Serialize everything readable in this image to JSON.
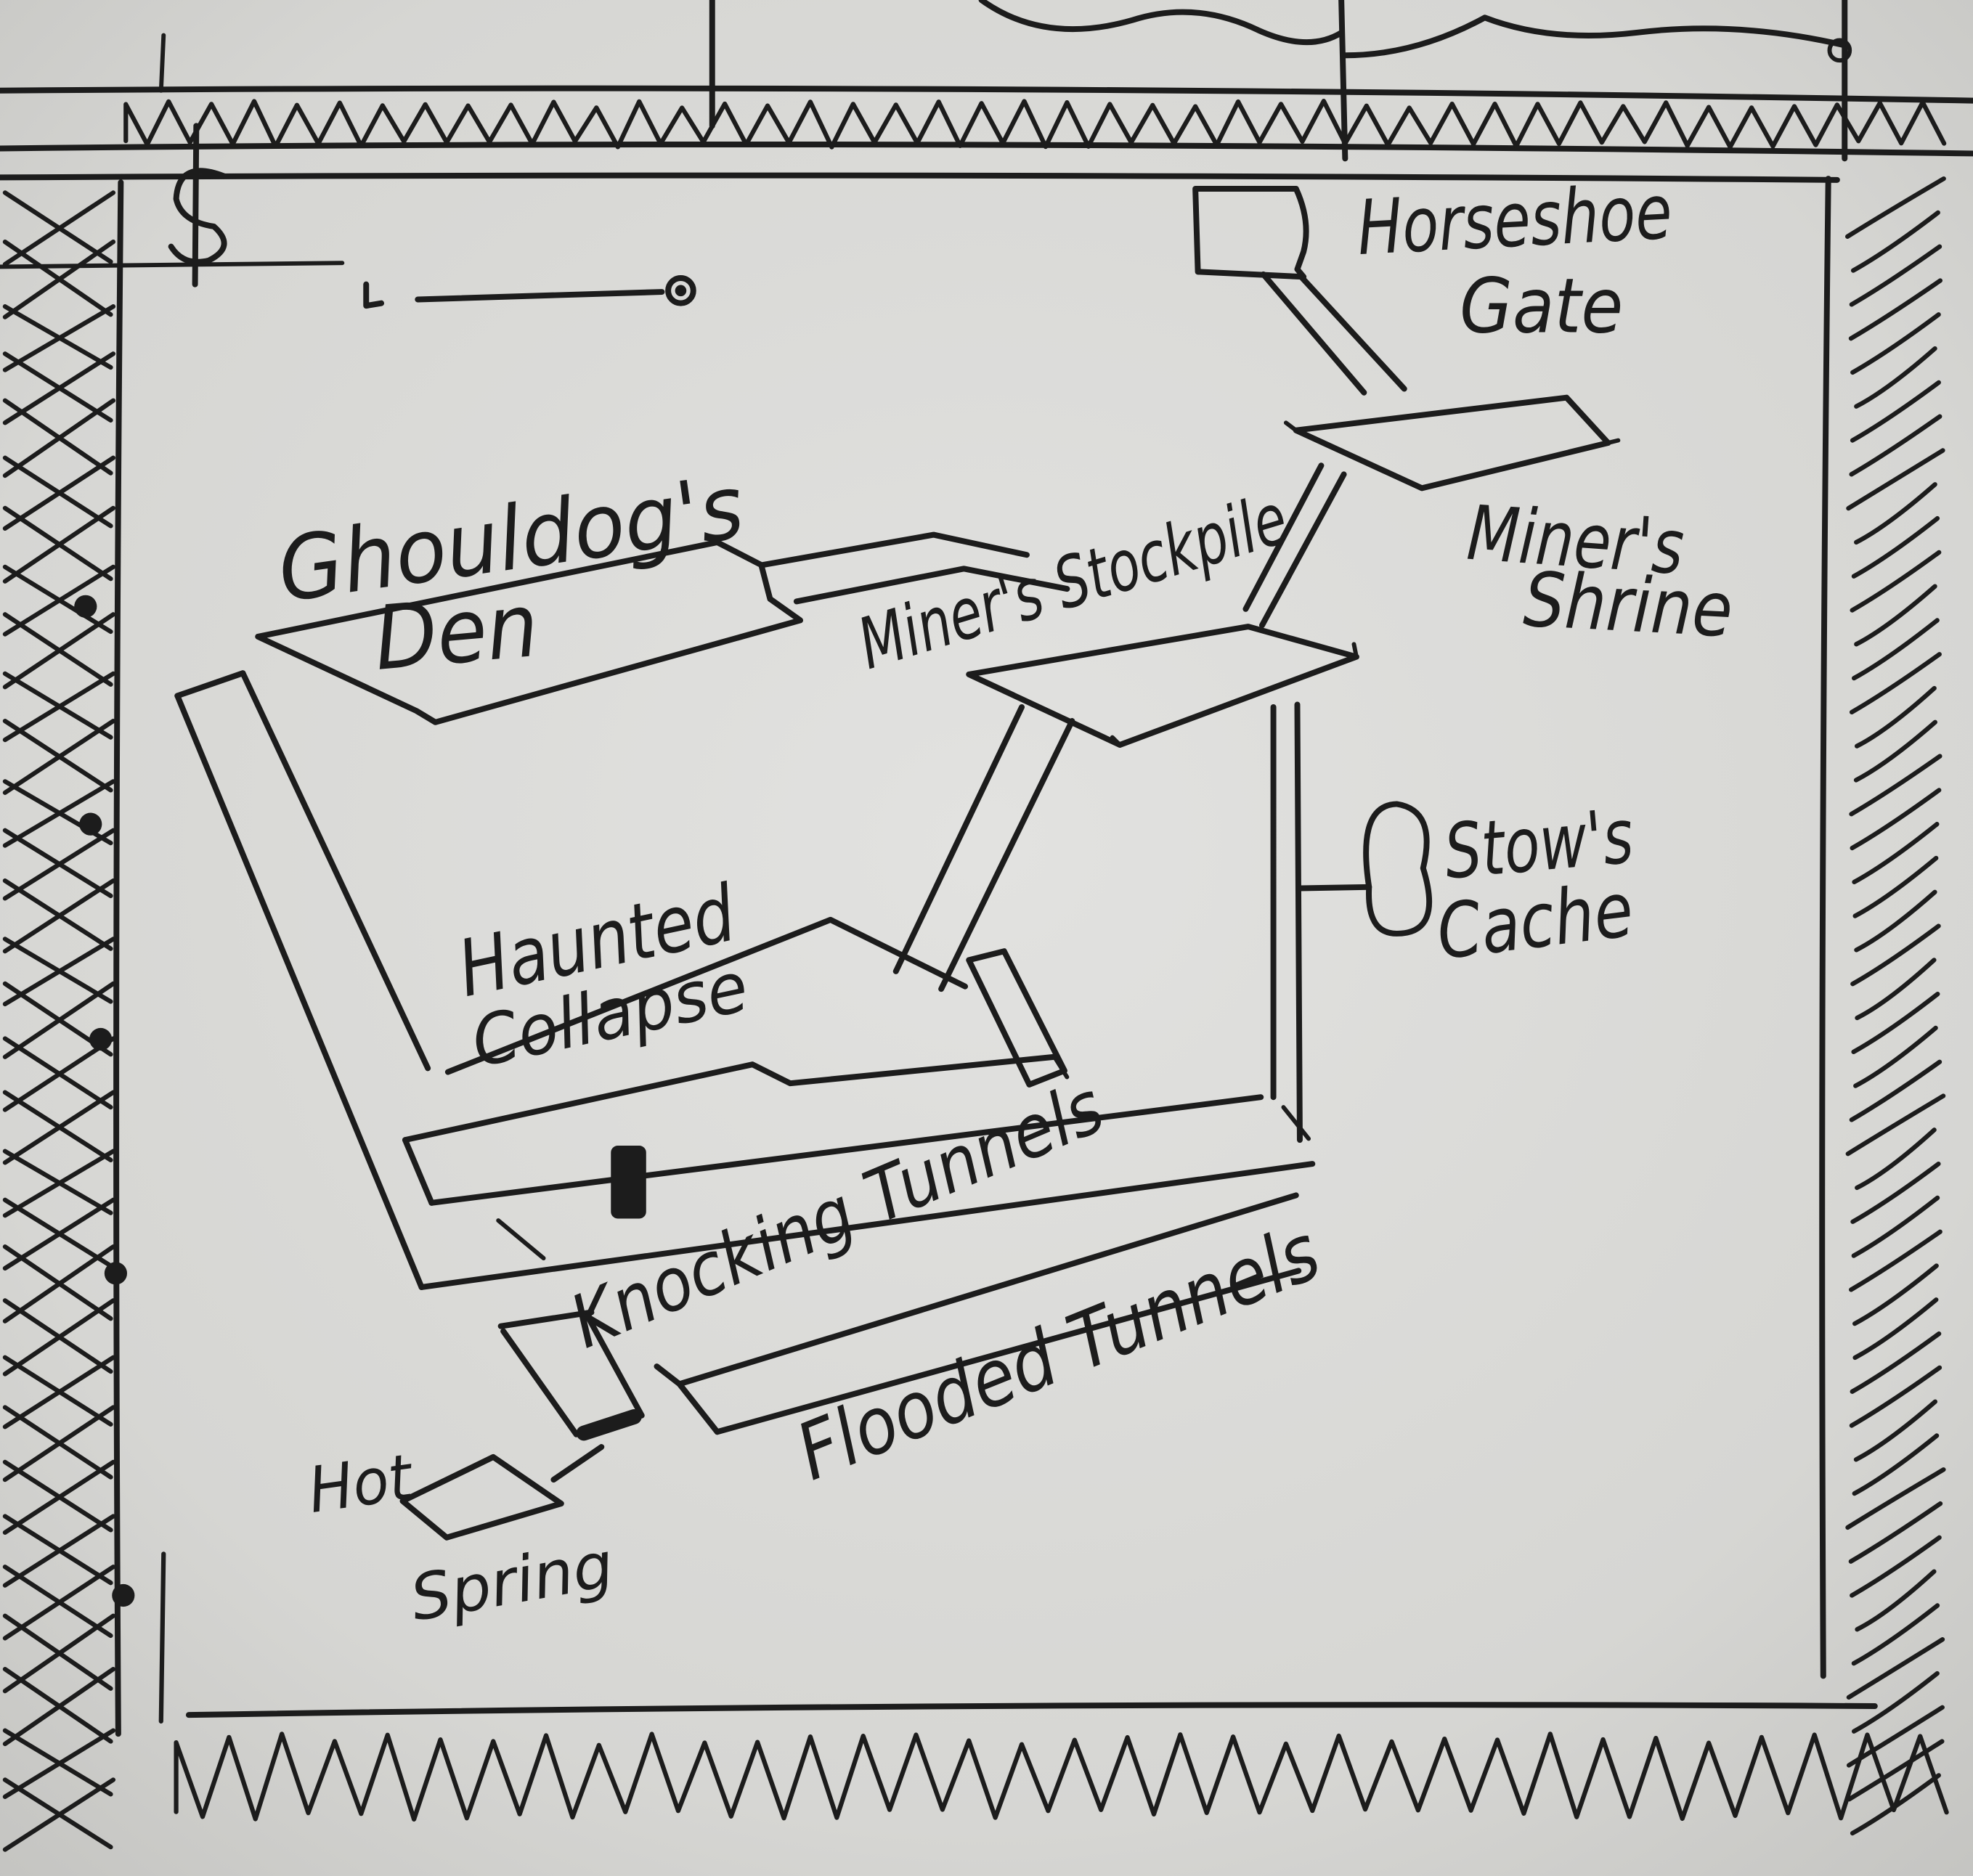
{
  "labels": {
    "ghouldogs_den": [
      "Ghouldog's",
      "Den"
    ],
    "miners_stockpile": "Miner's Stockpile",
    "horseshoe_gate": [
      "Horseshoe",
      "Gate"
    ],
    "miners_shrine": [
      "Miner's",
      "Shrine"
    ],
    "stows_cache": [
      "Stow's",
      "Cache"
    ],
    "haunted_collapse": [
      "Haunted",
      "Collapse"
    ],
    "knocking_tunnels": "Knocking Tunnels",
    "flooded_tunnels": "Flooded Tunnels",
    "hot_spring": [
      "Hot",
      "Spring"
    ]
  },
  "icons": [
    "dollar-sign-icon",
    "scale-bar-icon"
  ],
  "colors": {
    "ink": "#1c1c1c",
    "paper": "#d9d9d6",
    "paper_edge": "#c6c6c3"
  }
}
